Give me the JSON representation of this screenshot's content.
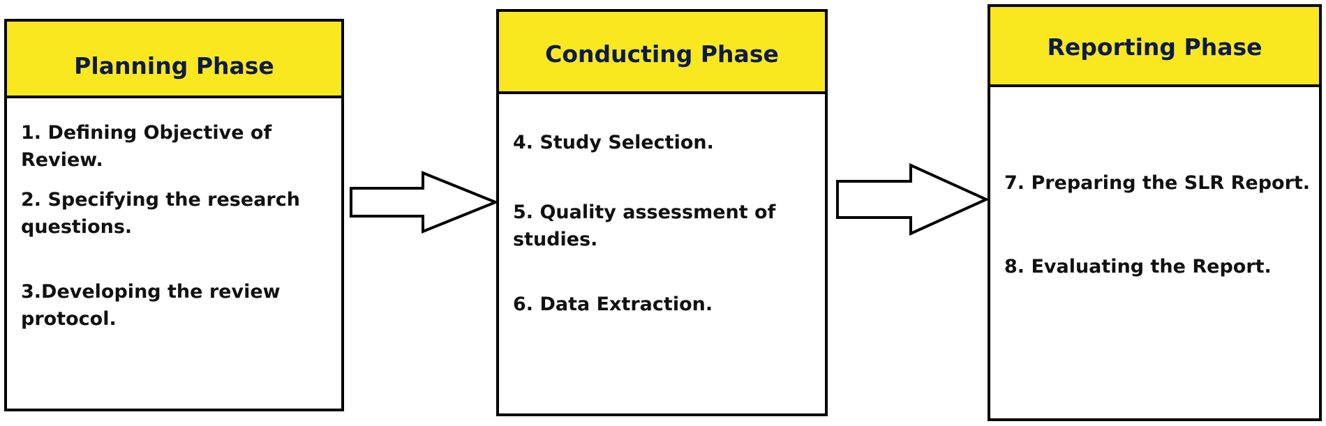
{
  "phases": [
    {
      "title": "Planning Phase",
      "steps": [
        "1. Defining Objective of Review.",
        "2. Specifying the research questions.",
        "3.Developing the review protocol."
      ]
    },
    {
      "title": "Conducting Phase",
      "steps": [
        "4. Study Selection.",
        "5. Quality assessment of studies.",
        "6. Data Extraction."
      ]
    },
    {
      "title": "Reporting Phase",
      "steps": [
        "7. Preparing the SLR Report.",
        "8. Evaluating the Report."
      ]
    }
  ],
  "colors": {
    "header_fill": "#f9e81f",
    "header_text": "#0d1a4e",
    "border": "#000000",
    "body_text": "#111111"
  },
  "icons": {
    "connector": "right-arrow-icon"
  }
}
